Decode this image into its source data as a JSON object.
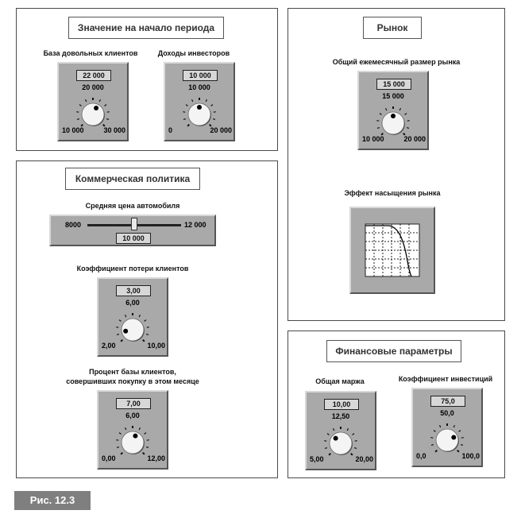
{
  "panels": {
    "initial": {
      "title": "Значение на начало периода"
    },
    "market": {
      "title": "Рынок"
    },
    "commercial": {
      "title": "Коммерческая политика"
    },
    "financial": {
      "title": "Финансовые параметры"
    }
  },
  "knobs": {
    "satisfied_clients": {
      "caption": "База довольных клиентов",
      "value": "22 000",
      "min": "10 000",
      "mid": "20 000",
      "max": "30 000",
      "level": 0.6
    },
    "investor_income": {
      "caption": "Доходы инвесторов",
      "value": "10 000",
      "min": "0",
      "mid": "10 000",
      "max": "20 000",
      "level": 0.5
    },
    "market_size": {
      "caption": "Общий ежемесячный размер рынка",
      "value": "15 000",
      "min": "10 000",
      "mid": "15 000",
      "max": "20 000",
      "level": 0.5
    },
    "client_loss": {
      "caption": "Коэффициент потери клиентов",
      "value": "3,00",
      "min": "2,00",
      "mid": "6,00",
      "max": "10,00",
      "level": 0.125
    },
    "purchase_percent": {
      "caption_line1": "Процент базы клиентов,",
      "caption_line2": "совершивших покупку в этом месяце",
      "value": "7,00",
      "min": "0,00",
      "mid": "6,00",
      "max": "12,00",
      "level": 0.583
    },
    "margin": {
      "caption": "Общая маржа",
      "value": "10,00",
      "min": "5,00",
      "mid": "12,50",
      "max": "20,00",
      "level": 0.333
    },
    "invest_coef": {
      "caption": "Коэффициент инвестиций",
      "value": "75,0",
      "min": "0,0",
      "mid": "50,0",
      "max": "100,0",
      "level": 0.75
    }
  },
  "slider": {
    "caption": "Средняя цена автомобиля",
    "min": "8000",
    "max": "12 000",
    "value": "10 000",
    "level": 0.5
  },
  "graph": {
    "caption": "Эффект насыщения рынка"
  },
  "figure_label": "Рис. 12.3"
}
